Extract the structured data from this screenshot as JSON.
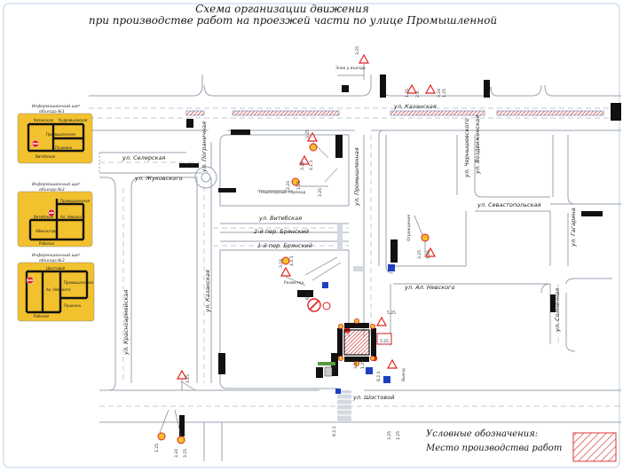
{
  "title": {
    "line1": "Схема организации движения",
    "line2": "при производстве работ на проезжей части по улице Промышленной"
  },
  "streets": {
    "kazanskaya": "ул. Казанская",
    "kazanskaya_pr": "ул. Казанская",
    "selerskaya": "ул. Селерская",
    "zhukovskogo": "ул. Жуковского",
    "vitebskaya": "ул. Витебская",
    "bryansky2": "2-й пер. Брянский",
    "bryansky1": "1-й пер. Брянский",
    "promyshlennaya": "ул. Промышленная",
    "nevskogo": "ул. Ал. Невского",
    "sevastopolskaya": "ул. Севастопольская",
    "gagarina": "ул. Гагарина",
    "pogranichnaya": "ул. Пограничная",
    "chernyshevskogo": "ул. Чернышевского",
    "vozdvizhenskaya": "ул. Воздвиженская",
    "krasnoarmeyskaya": "ул. Красноармейская",
    "shoslovoi": "ул. Шостовой",
    "solnechnaya": "ул. Солнечная"
  },
  "signs": {
    "s1": "3.25",
    "s2": "1.25",
    "s3": "2.4",
    "s4": "3.24",
    "s5": "1.25",
    "s6": "3.25",
    "s7": "3.24",
    "s8": "4.1.1",
    "s9": "3.24",
    "s10": "1.25",
    "s11": "3.25",
    "s12": "3.24",
    "s13": "4.2.1",
    "s14": "6.4",
    "s15": "3.25",
    "s16": "1.25",
    "s17": "5.25",
    "s18": "3.24",
    "s19": "1.25",
    "s20": "3.25",
    "s21": "5.25",
    "s22": "8.2.1",
    "s23": "1.25",
    "s24": "3.24",
    "s25": "3.25",
    "s26": "8.2.1",
    "s27": "3.25",
    "s28": "1.25"
  },
  "tiny": {
    "t1": "Знак у въезда",
    "t2": "Пешеходный переход",
    "t3": "Разметка",
    "t4": "Ограждение",
    "t5": "Выезд"
  },
  "panels": {
    "p1": {
      "caption1": "Информационный щит",
      "caption2": "объезда №1",
      "l1": "Казанская",
      "l2": "Кудрявцевская",
      "l3": "Промышленная",
      "l4": "Пушкина",
      "l5": "Витебская"
    },
    "p2": {
      "caption1": "Информационный щит",
      "caption2": "объезда №2",
      "l1": "Промышленная",
      "l2": "Витебская",
      "l3": "Ал. Невского",
      "l4": "Абвольтова",
      "l5": "Рабочая"
    },
    "p3": {
      "caption1": "Информационный щит",
      "caption2": "объезда №3",
      "l1": "Шостовой",
      "l2": "Промышленная",
      "l3": "Ал. Невского",
      "l4": "Пушкина",
      "l5": "Рабочая"
    }
  },
  "legend": {
    "line1": "Условные обозначения:",
    "line2": "Место производства работ"
  },
  "colors": {
    "panel": "#f2c12e",
    "road_edge": "#9aa3b0",
    "work": "#d93a3a",
    "sign_red": "#e02020",
    "block": "#111111",
    "blue": "#1f3fbf",
    "green": "#2a8a2a"
  }
}
